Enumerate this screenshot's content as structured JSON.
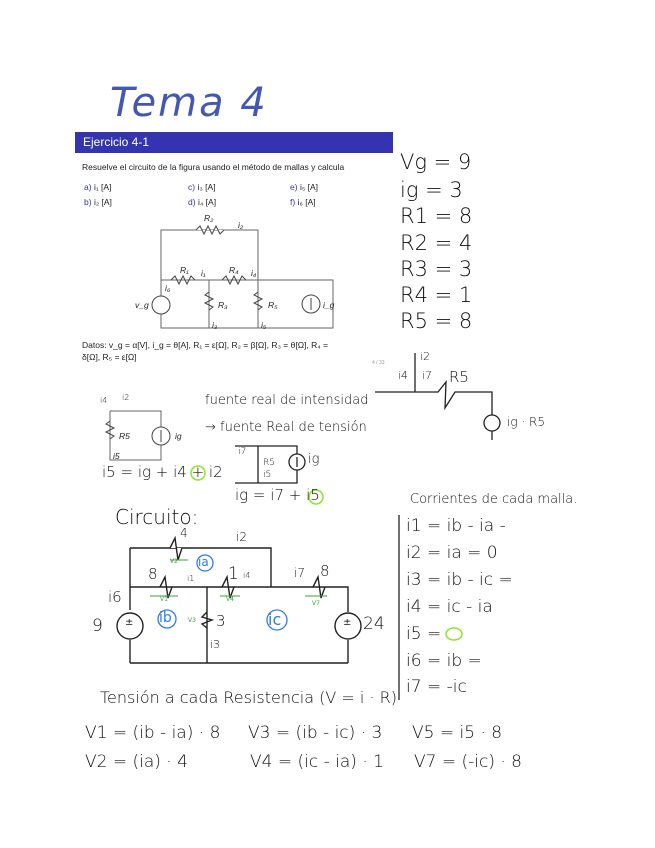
{
  "title": "Tema 4",
  "slide": {
    "header": "Ejercicio 4-1",
    "prompt": "Resuelve el circuito de la figura usando el método de mallas y calcula",
    "options": [
      {
        "key": "a)",
        "text": "i₁ [A]"
      },
      {
        "key": "b)",
        "text": "i₂ [A]"
      },
      {
        "key": "c)",
        "text": "i₃ [A]"
      },
      {
        "key": "d)",
        "text": "i₄ [A]"
      },
      {
        "key": "e)",
        "text": "i₅ [A]"
      },
      {
        "key": "f)",
        "text": "i₆ [A]"
      }
    ],
    "circuit_labels": {
      "r2": "R₂",
      "i2": "i₂",
      "r1": "R₁",
      "i1": "i₁",
      "r4": "R₄",
      "i4": "i₄",
      "i6": "i₆",
      "vg": "v_g",
      "r3": "R₃",
      "r5": "R₅",
      "ig": "i_g",
      "i3": "i₃",
      "i5": "i₅"
    },
    "datos_line1": "Datos: v_g = α[V], i_g = θ[A], R₁ = ε[Ω], R₂ = β[Ω], R₃ = θ[Ω], R₄ =",
    "datos_line2": "δ[Ω], R₅ = ε[Ω]",
    "page_number": "4 / 33"
  },
  "given": [
    "Vg = 9",
    "ig = 3",
    "R1 = 8",
    "R2 = 4",
    "R3 = 3",
    "R4 = 1",
    "R5 = 8"
  ],
  "small_circuit": {
    "i4": "i4",
    "i2": "i2",
    "r5": "R5",
    "ig": "ig",
    "i5": "i5",
    "equation": "i5 = ig + i4 + i2"
  },
  "source_note": {
    "line1": "fuente real de intensidad",
    "line2": "→ fuente Real de tensión",
    "labels": {
      "i7": "i7",
      "r5": "R5",
      "i5": "i5",
      "ig": "ig"
    },
    "equation": "ig = i7 + i5"
  },
  "right_circuit": {
    "i2": "i2",
    "i4": "i4",
    "i7": "i7",
    "r5": "R5",
    "source": "ig · R5"
  },
  "circuit_heading": "Circuito:",
  "main_circuit": {
    "r2": "4",
    "i2": "i2",
    "v2": "V2",
    "ia": "ia",
    "r1": "8",
    "i1": "i1",
    "v1": "V1",
    "r4": "1",
    "i4": "i4",
    "v4": "V4",
    "i7": "i7",
    "r7": "8",
    "v7": "V7",
    "i6": "i6",
    "vs1": "9",
    "ib": "ib",
    "v3": "V3",
    "r3": "3",
    "i3": "i3",
    "ic": "ic",
    "vs2": "24"
  },
  "currents": {
    "heading": "Corrientes de cada malla.",
    "items": [
      "i1 = ib - ia -",
      "i2 = ia = 0",
      "i3 = ib - ic =",
      "i4 = ic - ia",
      "i5 =",
      "i6 = ib =",
      "i7 = -ic"
    ]
  },
  "voltages": {
    "heading": "Tensión a cada Resistencia (V = i · R)",
    "items": [
      "V1 = (ib - ia) · 8",
      "V2 = (ia) · 4",
      "V3 = (ib - ic) · 3",
      "V4 = (ic - ia) · 1",
      "V5 = i5 · 8",
      "V7 = (-ic) · 8"
    ]
  },
  "colors": {
    "title": "#4557b5",
    "slide_header": "#3434b0",
    "highlight": "#8ee62a",
    "mesh": "#2f7de0",
    "voltage_arrows": "#3aa33a"
  }
}
